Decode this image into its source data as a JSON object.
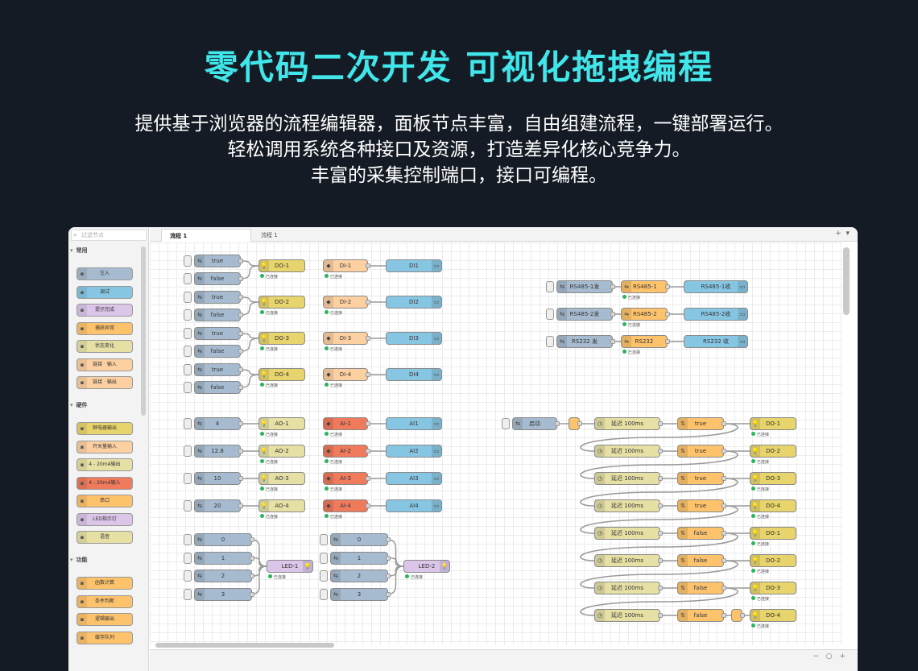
{
  "header": {
    "title": "零代码二次开发 可视化拖拽编程",
    "lines": [
      "提供基于浏览器的流程编辑器，面板节点丰富，自由组建流程，一键部署运行。",
      "轻松调用系统各种接口及资源，打造差异化核心竞争力。",
      "丰富的采集控制端口，接口可编程。"
    ]
  },
  "editor": {
    "search_placeholder": "过滤节点",
    "tabs": [
      "流程 1",
      "流程 1"
    ],
    "palette": {
      "categories": [
        "常用",
        "硬件",
        "功能"
      ],
      "common": [
        "注入",
        "调试",
        "提示完成",
        "捕获异常",
        "状态变化",
        "链接 · 输入",
        "链接 · 输出"
      ],
      "hardware": [
        "继电器输出",
        "开关量输入",
        "4 - 20mA输出",
        "4 - 20mA输入",
        "串口",
        "LED指示灯",
        "语音"
      ],
      "function": [
        "函数计算",
        "条件判断",
        "逻辑输出",
        "缓存队列"
      ]
    },
    "status_text": "已连接",
    "left_groups": {
      "bool_values": [
        "true",
        "false"
      ],
      "do": [
        "DO-1",
        "DO-2",
        "DO-3",
        "DO-4"
      ],
      "di": [
        "DI-1",
        "DI-2",
        "DI-3",
        "DI-4"
      ],
      "di_out": [
        "DI1",
        "DI2",
        "DI3",
        "DI4"
      ],
      "ao_values": [
        "4",
        "12.8",
        "10",
        "20"
      ],
      "ao": [
        "AO-1",
        "AO-2",
        "AO-3",
        "AO-4"
      ],
      "ai": [
        "AI-1",
        "AI-2",
        "AI-3",
        "AI-4"
      ],
      "ai_out": [
        "AI1",
        "AI2",
        "AI3",
        "AI4"
      ],
      "led_values": [
        "0",
        "1",
        "2",
        "3"
      ],
      "led": [
        "LED-1",
        "LED-2"
      ]
    },
    "serial": [
      {
        "send": "RS485-1发",
        "port": "RS485-1",
        "recv": "RS485-1收"
      },
      {
        "send": "RS485-2发",
        "port": "RS485-2",
        "recv": "RS485-2收"
      },
      {
        "send": "RS232 发",
        "port": "RS232",
        "recv": "RS232 收"
      }
    ],
    "loop": {
      "start": "启动",
      "delay": "延迟 100ms",
      "steps": [
        {
          "val": "true",
          "do": "DO-1"
        },
        {
          "val": "true",
          "do": "DO-2"
        },
        {
          "val": "true",
          "do": "DO-3"
        },
        {
          "val": "true",
          "do": "DO-4"
        },
        {
          "val": "false",
          "do": "DO-1"
        },
        {
          "val": "false",
          "do": "DO-2"
        },
        {
          "val": "false",
          "do": "DO-3"
        },
        {
          "val": "false",
          "do": "DO-4"
        }
      ]
    }
  },
  "colors": {
    "title": "#40e6ea",
    "background": "#151b24",
    "status_dot": "#2bb45c"
  }
}
